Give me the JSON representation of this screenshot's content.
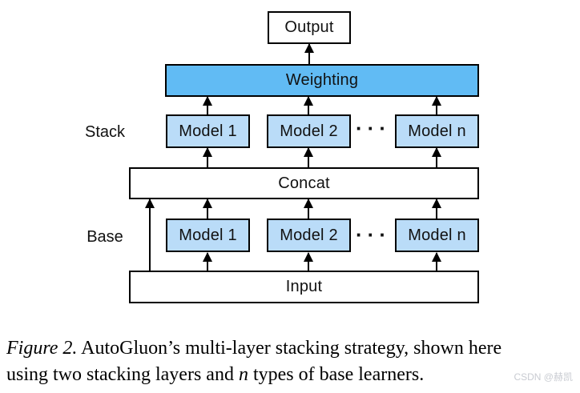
{
  "colors": {
    "weighting_fill": "#61bbf4",
    "model_fill": "#badcf8",
    "border": "#000000",
    "watermark": "#c9ccd2"
  },
  "diagram": {
    "output_label": "Output",
    "weighting_label": "Weighting",
    "concat_label": "Concat",
    "input_label": "Input",
    "stack_label": "Stack",
    "base_label": "Base",
    "dots": "···",
    "stack_models": [
      {
        "label": "Model 1"
      },
      {
        "label": "Model 2"
      },
      {
        "label": "Model n"
      }
    ],
    "base_models": [
      {
        "label": "Model 1"
      },
      {
        "label": "Model 2"
      },
      {
        "label": "Model n"
      }
    ]
  },
  "caption": {
    "figure_label": "Figure 2.",
    "line1_rest": " AutoGluon’s multi-layer stacking strategy, shown here",
    "line2_pre": "using two stacking layers and ",
    "math_n": "n",
    "line2_post": " types of base learners."
  },
  "watermark": "CSDN @赫凯"
}
